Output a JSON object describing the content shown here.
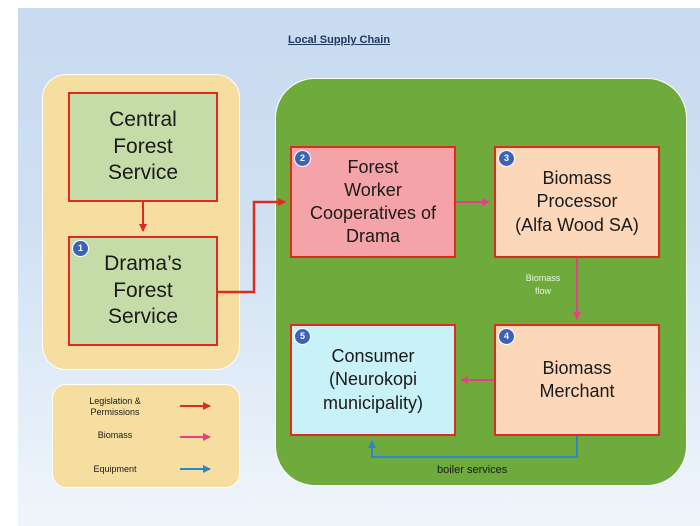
{
  "title": "Local Supply Chain",
  "nodes": {
    "central_forest_service": "Central\nForest\nService",
    "dramas_forest_service": {
      "label": "Drama’s\nForest\nService",
      "badge": "1"
    },
    "forest_worker_cooperatives": {
      "label": "Forest\nWorker\nCooperatives of\nDrama",
      "badge": "2"
    },
    "biomass_processor": {
      "label": "Biomass\nProcessor\n(Alfa Wood SA)",
      "badge": "3"
    },
    "biomass_merchant": {
      "label": "Biomass\nMerchant",
      "badge": "4"
    },
    "consumer": {
      "label": "Consumer\n(Neurokopi\nmunicipality)",
      "badge": "5"
    }
  },
  "edge_labels": {
    "biomass_flow": "Biomass\nflow",
    "boiler_services": "boiler services"
  },
  "legend": [
    {
      "label": "Legislation &\nPermissions",
      "color": "#e02a1e"
    },
    {
      "label": "Biomass",
      "color": "#e83e84"
    },
    {
      "label": "Equipment",
      "color": "#2e86c8"
    }
  ],
  "colors": {
    "legislation_arrow": "#e02a1e",
    "biomass_arrow": "#e83e84",
    "equipment_arrow": "#2e86c8",
    "node_border": "#e02a1e",
    "badge": "#3d63b8"
  }
}
